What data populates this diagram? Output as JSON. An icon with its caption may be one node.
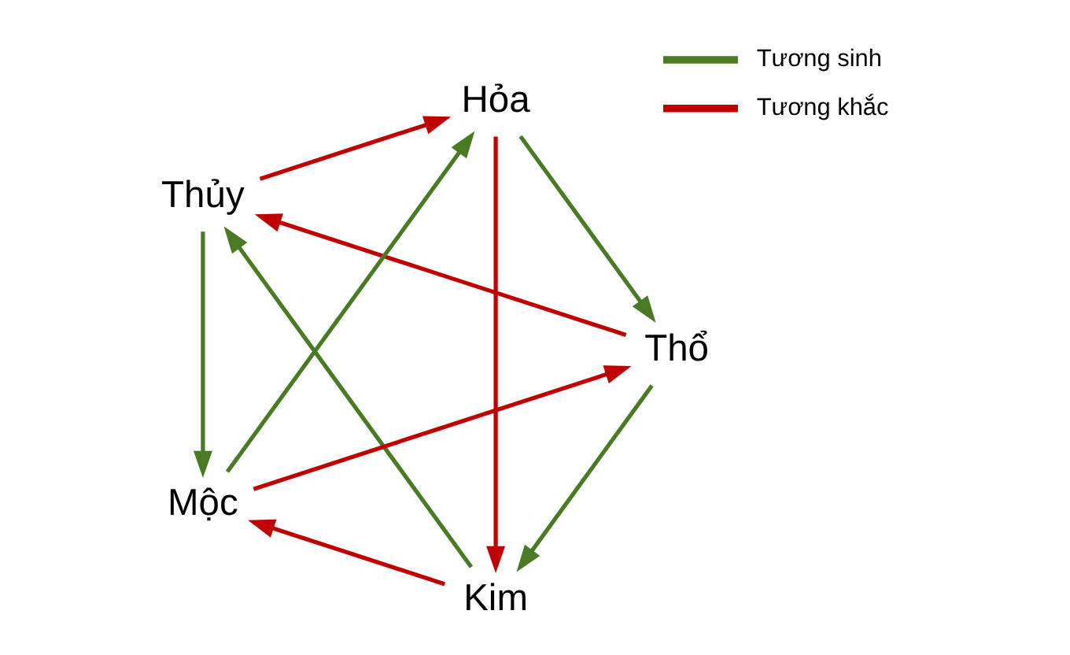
{
  "diagram": {
    "nodes": [
      {
        "text": [
          "Kim"
        ]
      },
      {
        "text": [
          "Thổ"
        ]
      },
      {
        "text": [
          "Thủy"
        ]
      },
      {
        "text": [
          "Hỏa"
        ]
      },
      {
        "text": [
          "Mộc"
        ]
      }
    ],
    "edges": [
      {
        "from": 1,
        "to": 0,
        "arrow": "to",
        "color": "#4a7a23"
      },
      {
        "from": 0,
        "to": 2,
        "arrow": "to",
        "color": "#4a7a23"
      },
      {
        "from": 2,
        "to": 4,
        "arrow": "to",
        "color": "#4a7a23"
      },
      {
        "from": 4,
        "to": 3,
        "arrow": "to",
        "color": "#4a7a23"
      },
      {
        "from": 3,
        "to": 1,
        "arrow": "to",
        "color": "#4a7a23"
      },
      {
        "from": 0,
        "to": 4,
        "arrow": "to",
        "color": "#c00000"
      },
      {
        "from": 4,
        "to": 1,
        "arrow": "to",
        "color": "#c00000"
      },
      {
        "from": 1,
        "to": 2,
        "arrow": "to",
        "color": "#c00000"
      },
      {
        "from": 2,
        "to": 3,
        "arrow": "to",
        "color": "#c00000"
      },
      {
        "from": 3,
        "to": 0,
        "arrow": "to",
        "color": "#c00000"
      }
    ],
    "legend": [
      {
        "text": "Tương sinh"
      },
      {
        "text": "Tương khắc"
      }
    ]
  }
}
